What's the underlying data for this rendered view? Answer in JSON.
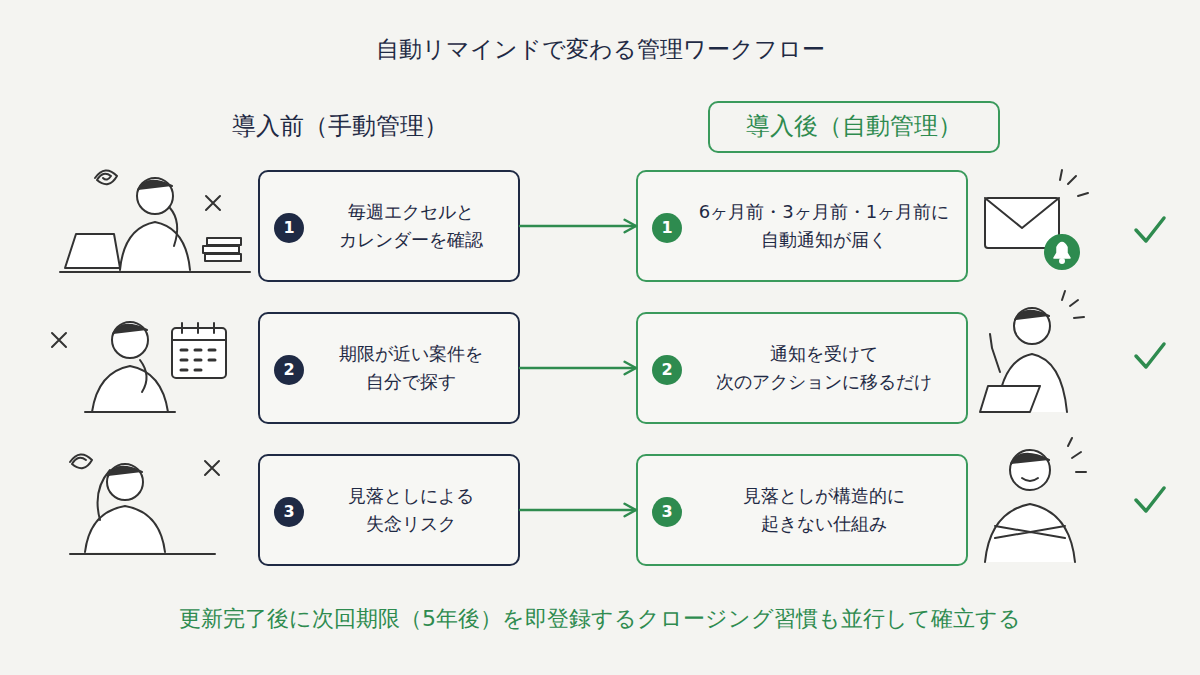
{
  "diagram": {
    "title": "自動リマインドで変わる管理ワークフロー",
    "caption": "更新完了後に次回期限（5年後）を即登録するクロージング習慣も並行して確立する",
    "nodes": [
      {
        "text": [
          "導入後（自動管理）"
        ]
      },
      {
        "text": [
          "毎週エクセルと カレンダーを確認"
        ]
      },
      {
        "text": [
          "1"
        ],
        "in": 1
      },
      {
        "text": [
          "6ヶ月前・3ヶ月前・1ヶ月前に 自動通知が届く"
        ]
      },
      {
        "text": [
          "1"
        ],
        "in": 3
      },
      {
        "text": [
          "期限が近い案件を 自分で探す"
        ]
      },
      {
        "text": [
          "2"
        ],
        "in": 5
      },
      {
        "text": [
          "通知を受けて 次のアクションに移るだけ"
        ]
      },
      {
        "text": [
          "2"
        ],
        "in": 7
      },
      {
        "text": [
          "見落としによる 失念リスク"
        ]
      },
      {
        "text": [
          "3"
        ],
        "in": 9
      },
      {
        "text": [
          "見落としが構造的に 起きない仕組み"
        ]
      },
      {
        "text": [
          "3"
        ],
        "in": 11
      }
    ],
    "edges": [
      {
        "from": 1,
        "to": 3,
        "arrow": "to"
      },
      {
        "from": 5,
        "to": 7,
        "arrow": "to"
      },
      {
        "from": 9,
        "to": 11,
        "arrow": "to"
      }
    ],
    "labels": [
      "導入前（手動管理）"
    ]
  }
}
